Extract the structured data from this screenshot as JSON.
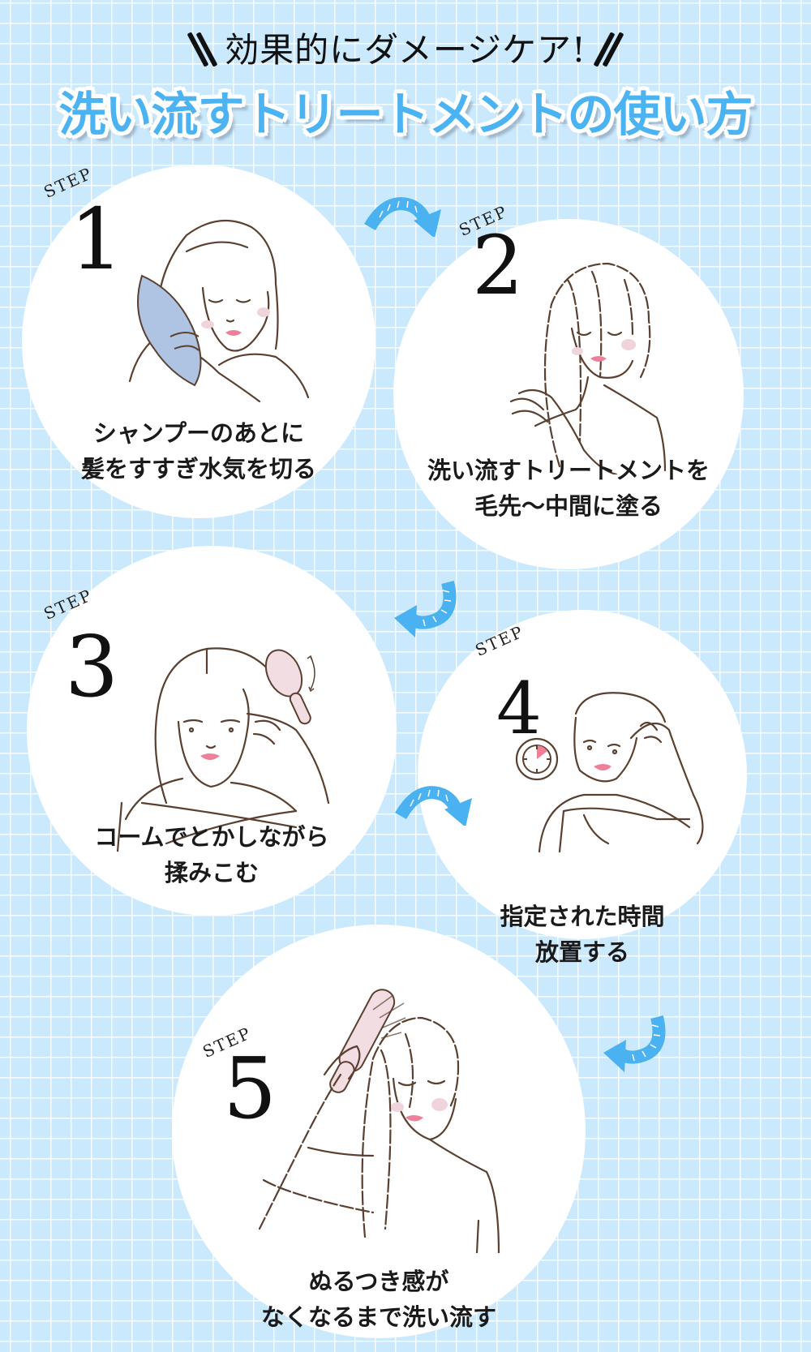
{
  "header": {
    "subtitle": "効果的にダメージケア!",
    "title": "洗い流すトリートメントの使い方"
  },
  "colors": {
    "background": "#cbe9fd",
    "grid_line": "#ffffff",
    "title_blue": "#4bb3f2",
    "arrow_blue": "#4ab2f0",
    "line_brown": "#5a4030",
    "lip_pink": "#ee7f9a",
    "cheek_pink": "#f0d4dc",
    "towel_blue": "#aec4e2",
    "brush_pink": "#f2dde2",
    "timer_pink": "#f27e97"
  },
  "steps": [
    {
      "label": "STEP",
      "number": "1",
      "line1": "シャンプーのあとに",
      "line2": "髪をすすぎ水気を切る",
      "illustration": "woman-drying-hair-with-towel"
    },
    {
      "label": "STEP",
      "number": "2",
      "line1": "洗い流すトリートメントを",
      "line2": "毛先〜中間に塗る",
      "illustration": "woman-applying-treatment-to-hair-ends"
    },
    {
      "label": "STEP",
      "number": "3",
      "line1": "コームでとかしながら",
      "line2": "揉みこむ",
      "illustration": "woman-combing-hair-with-brush"
    },
    {
      "label": "STEP",
      "number": "4",
      "line1": "指定された時間",
      "line2": "放置する",
      "illustration": "woman-waiting-with-timer"
    },
    {
      "label": "STEP",
      "number": "5",
      "line1": "ぬるつき感が",
      "line2": "なくなるまで洗い流す",
      "illustration": "woman-rinsing-hair-with-shower"
    }
  ],
  "arrows": [
    {
      "from": "1",
      "to": "2",
      "direction": "curve-right-down"
    },
    {
      "from": "2",
      "to": "3",
      "direction": "curve-left-down"
    },
    {
      "from": "3",
      "to": "4",
      "direction": "curve-right-down"
    },
    {
      "from": "4",
      "to": "5",
      "direction": "curve-left-down"
    }
  ]
}
